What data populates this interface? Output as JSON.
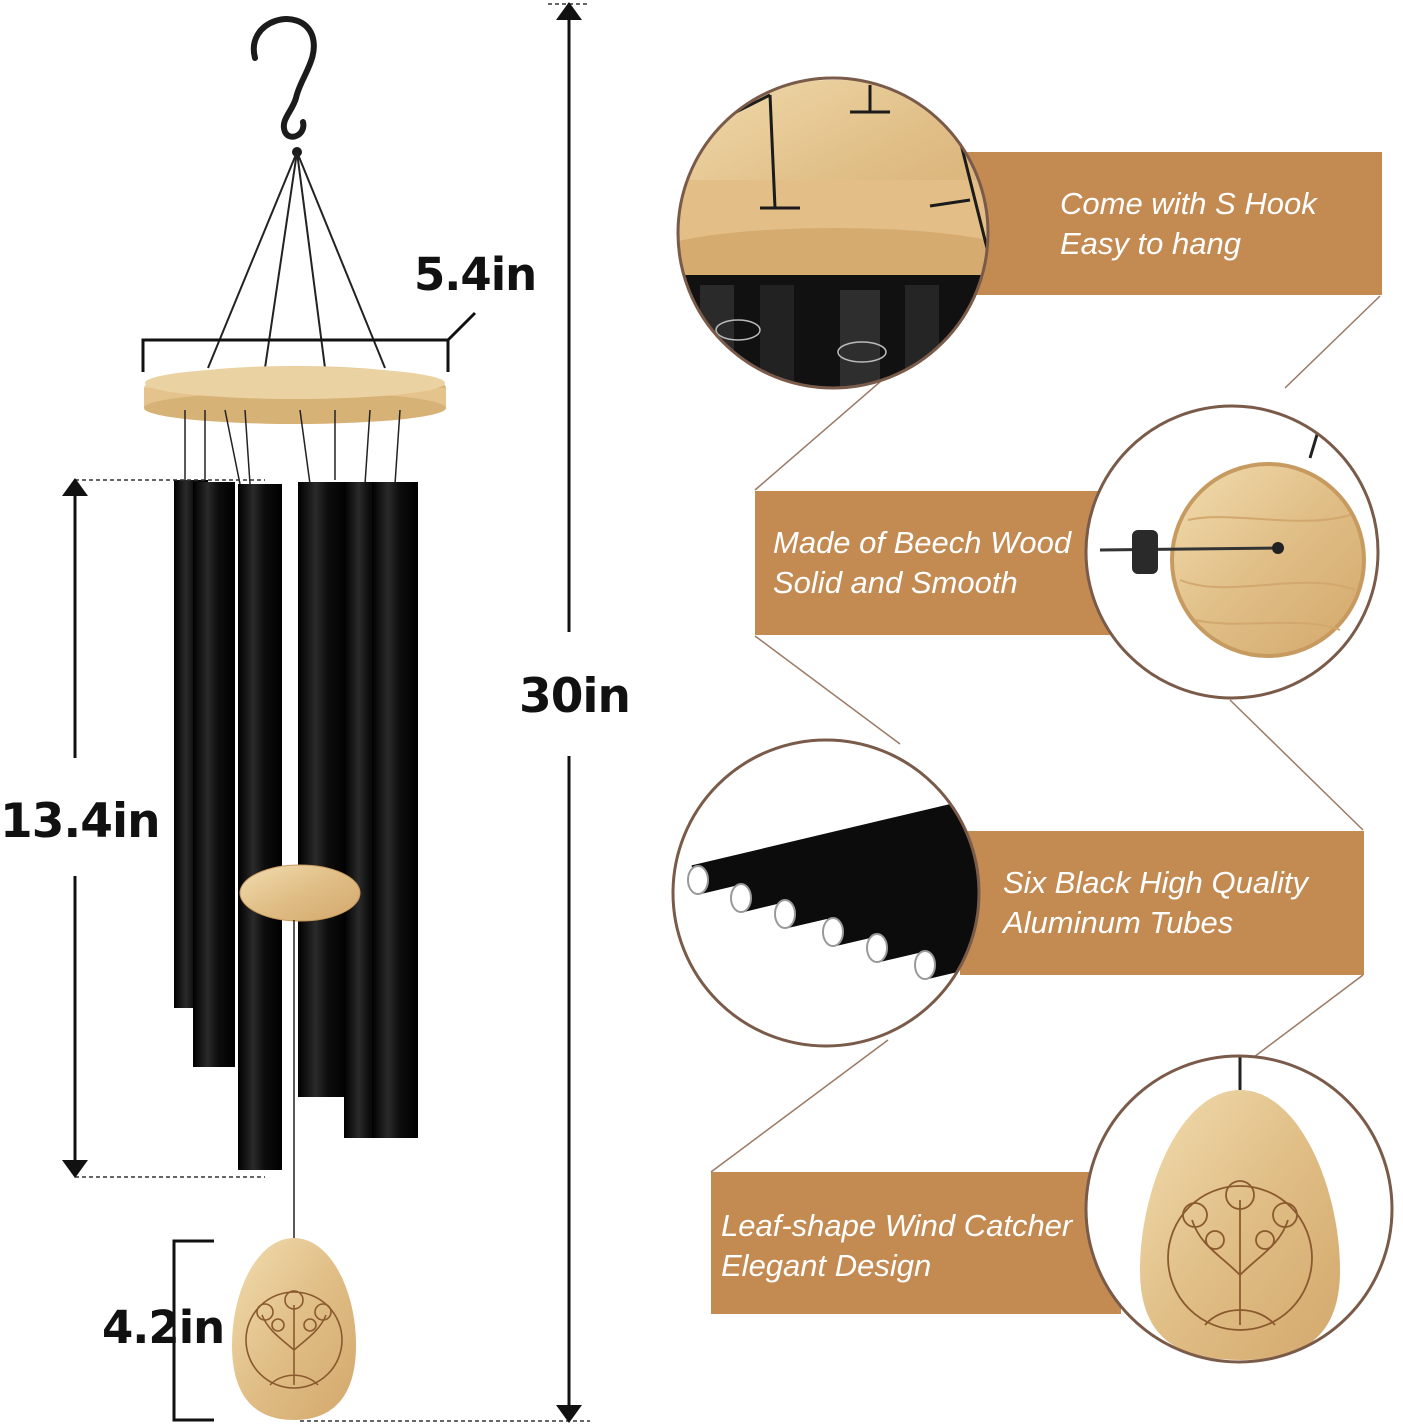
{
  "dimensions": {
    "width_label": "5.4in",
    "total_height_label": "30in",
    "tube_length_label": "13.4in",
    "catcher_height_label": "4.2in"
  },
  "features": [
    {
      "line1": "Come with S Hook",
      "line2": "Easy to hang"
    },
    {
      "line1": "Made of Beech Wood",
      "line2": "Solid and Smooth"
    },
    {
      "line1": "Six Black High Quality",
      "line2": "Aluminum Tubes"
    },
    {
      "line1": "Leaf-shape Wind Catcher",
      "line2": "Elegant Design"
    }
  ],
  "colors": {
    "box_fill": "#C38A52",
    "circle_border": "#7A5A49",
    "wood": "#E4C48E",
    "tube": "#111111"
  },
  "icons": [
    "s-hook-icon",
    "tree-of-life-icon"
  ]
}
